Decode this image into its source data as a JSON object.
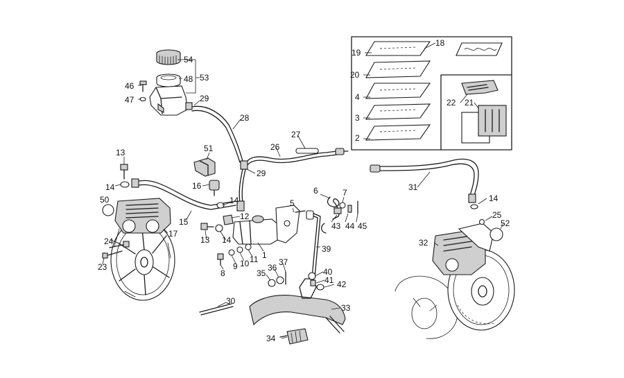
{
  "labels": {
    "p54": "54",
    "p53": "53",
    "p48": "48",
    "p46": "46",
    "p47": "47",
    "p29a": "29",
    "p28": "28",
    "p27": "27",
    "p26": "26",
    "p29b": "29",
    "p51": "51",
    "p16": "16",
    "p13a": "13",
    "p14a": "14",
    "p50": "50",
    "p15": "15",
    "p17": "17",
    "p13b": "13",
    "p14b": "14",
    "p12": "12",
    "p14c": "14",
    "p24": "24",
    "p23": "23",
    "p8": "8",
    "p9": "9",
    "p10": "10",
    "p11": "11",
    "p1": "1",
    "p5": "5",
    "p6": "6",
    "p7": "7",
    "p43": "43",
    "p44": "44",
    "p45": "45",
    "p39": "39",
    "p35": "35",
    "p36": "36",
    "p37": "37",
    "p40": "40",
    "p41": "41",
    "p42": "42",
    "p30": "30",
    "p33": "33",
    "p34": "34",
    "p19": "19",
    "p18": "18",
    "p20": "20",
    "p4": "4",
    "p3": "3",
    "p2": "2",
    "p22": "22",
    "p21": "21",
    "p31": "31",
    "p14d": "14",
    "p25": "25",
    "p52": "52",
    "p32": "32"
  }
}
